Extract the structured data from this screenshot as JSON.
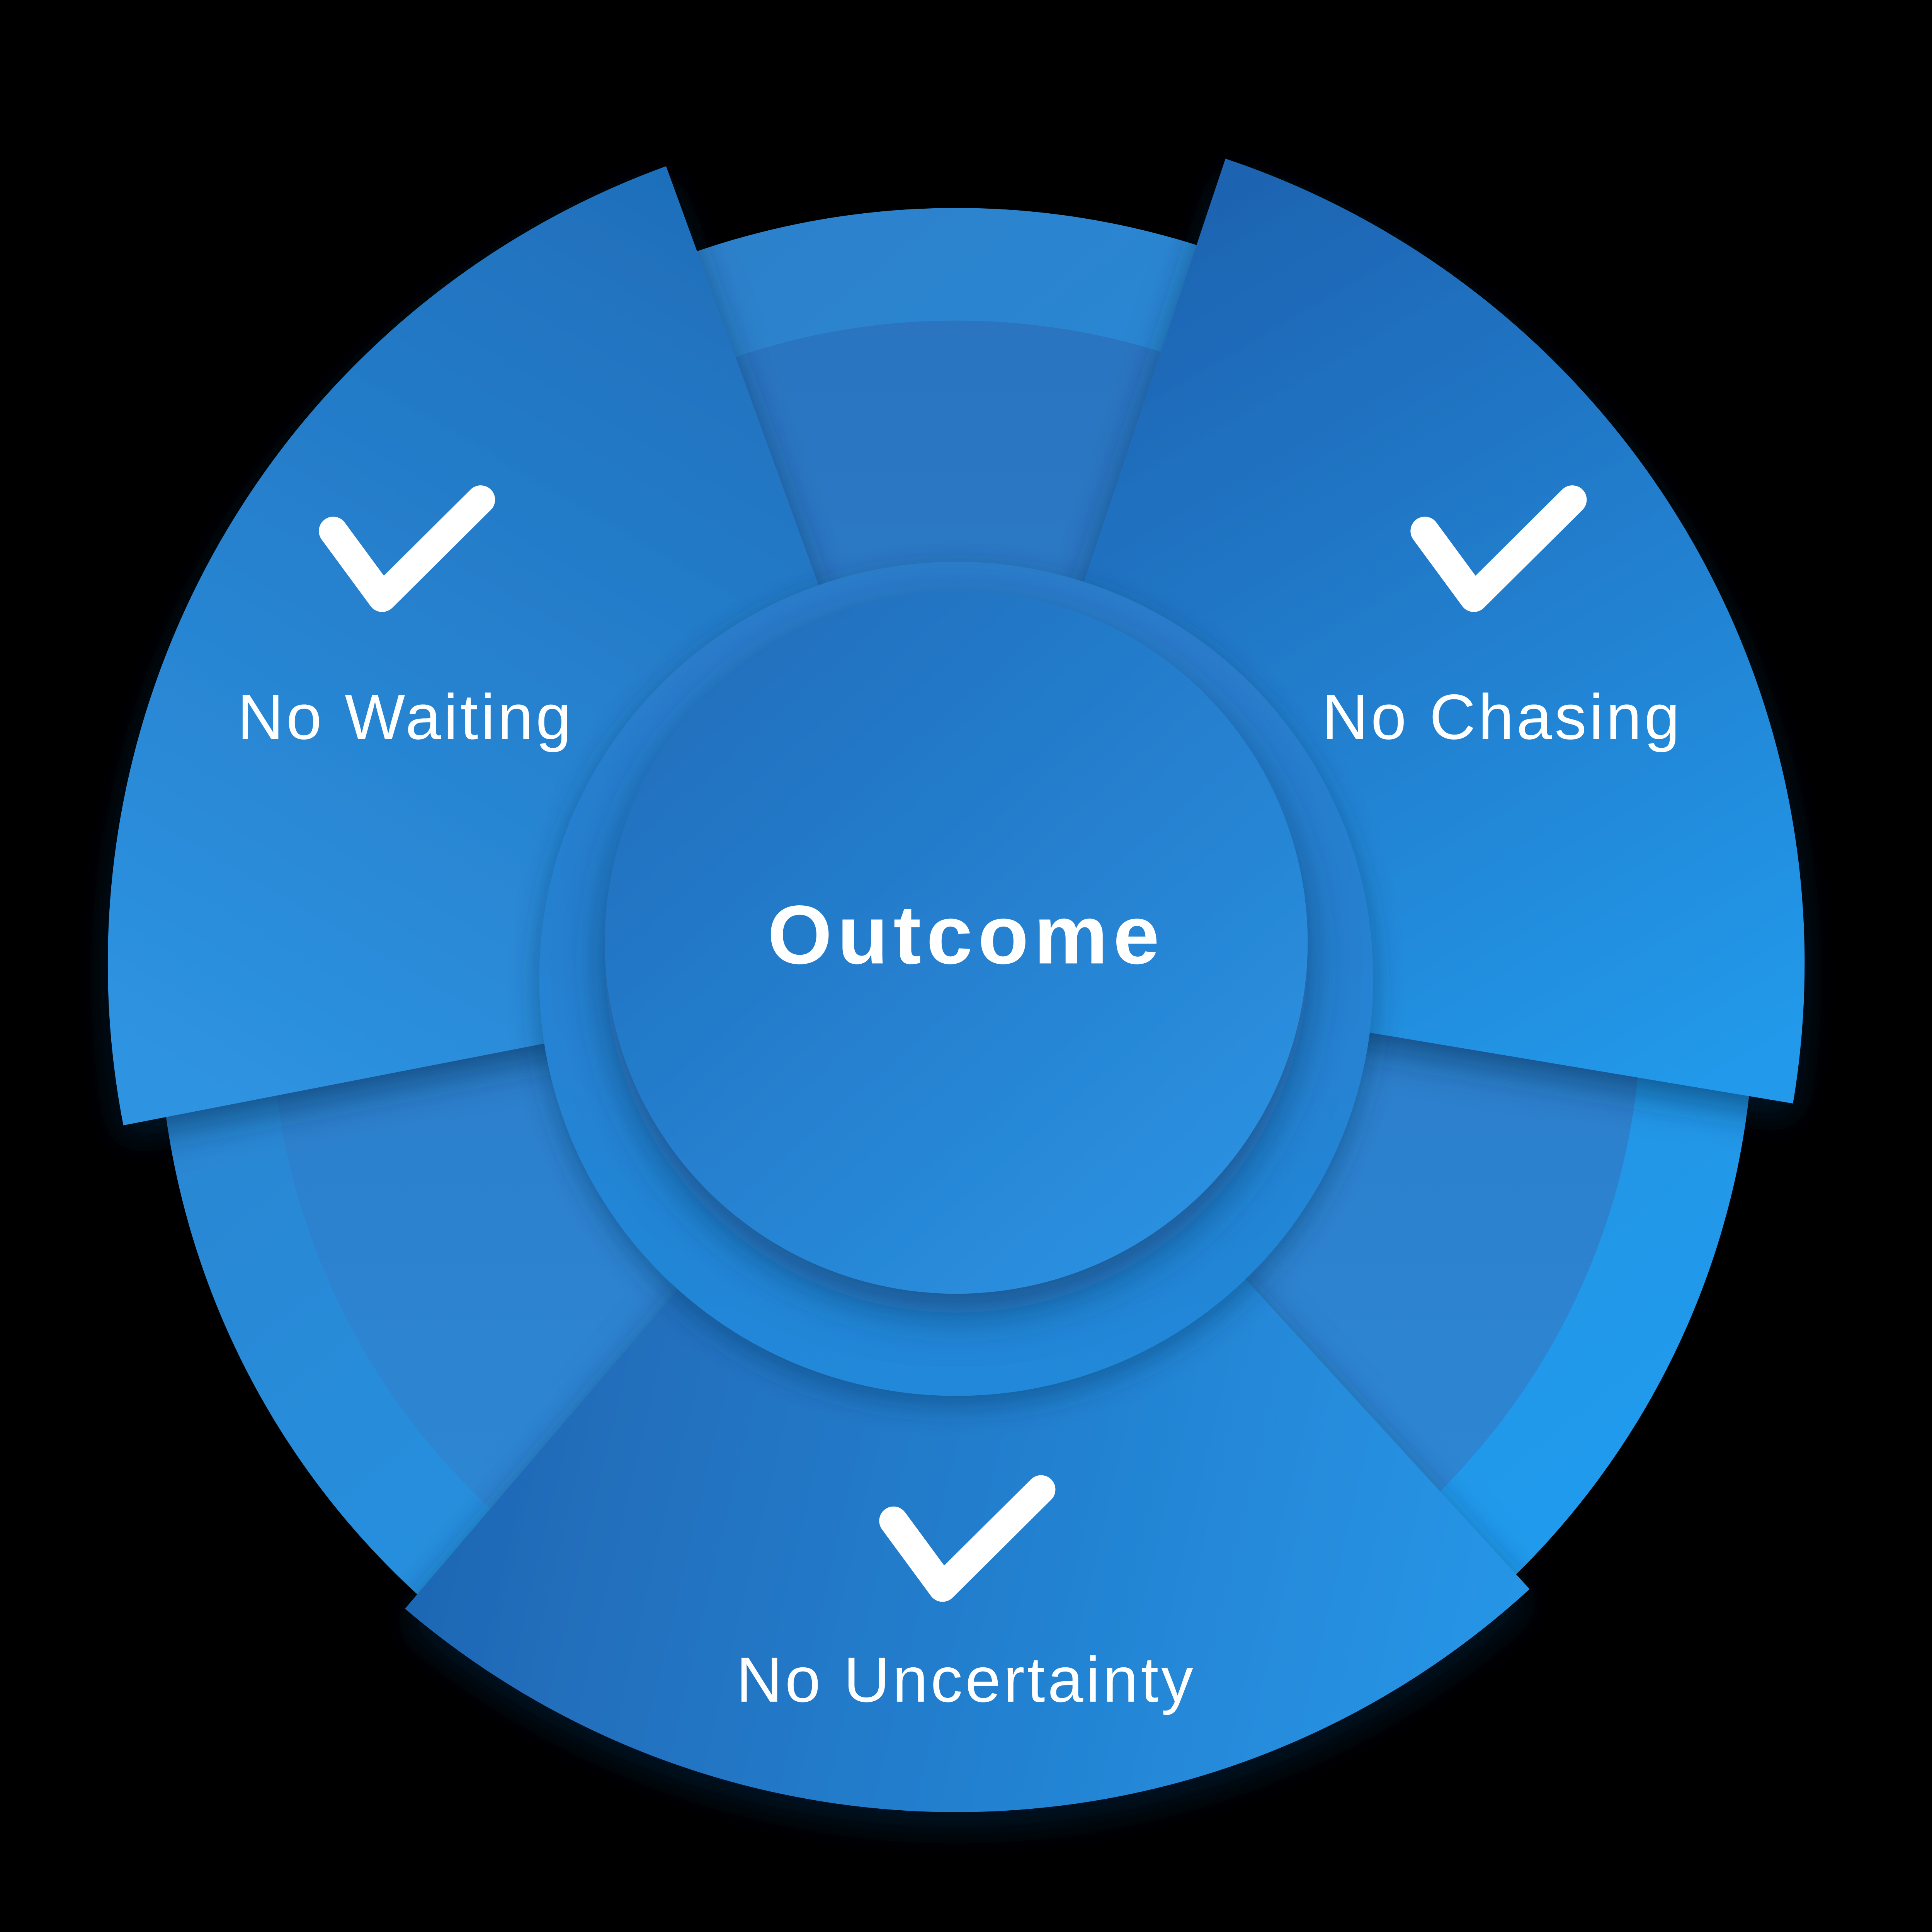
{
  "diagram": {
    "type": "radial-segment-diagram",
    "center_label": "Outcome",
    "segments": [
      {
        "id": "no-waiting",
        "label": "No Waiting",
        "icon": "checkmark-icon",
        "position": "top-left"
      },
      {
        "id": "no-chasing",
        "label": "No Chasing",
        "icon": "checkmark-icon",
        "position": "top-right"
      },
      {
        "id": "no-uncertainty",
        "label": "No Uncertainty",
        "icon": "checkmark-icon",
        "position": "bottom"
      }
    ],
    "colors": {
      "background": "#000000",
      "text": "#ffffff",
      "check": "#ffffff",
      "rim_from": "#2d80ca",
      "rim_to": "#209bed",
      "disc_from": "#2a73bf",
      "disc_to": "#2e89d6",
      "seg_tl_from": "#1e6db9",
      "seg_tl_to": "#2e94e2",
      "seg_tr_from": "#1f63b1",
      "seg_tr_to": "#2199ea",
      "seg_b_from": "#1f68b5",
      "seg_b_to": "#2795e6",
      "plate_from": "#2a7bca",
      "plate_to": "#2288d9",
      "center_from": "#2070be",
      "center_to": "#2b91e1",
      "shadow": "#08305f"
    }
  }
}
